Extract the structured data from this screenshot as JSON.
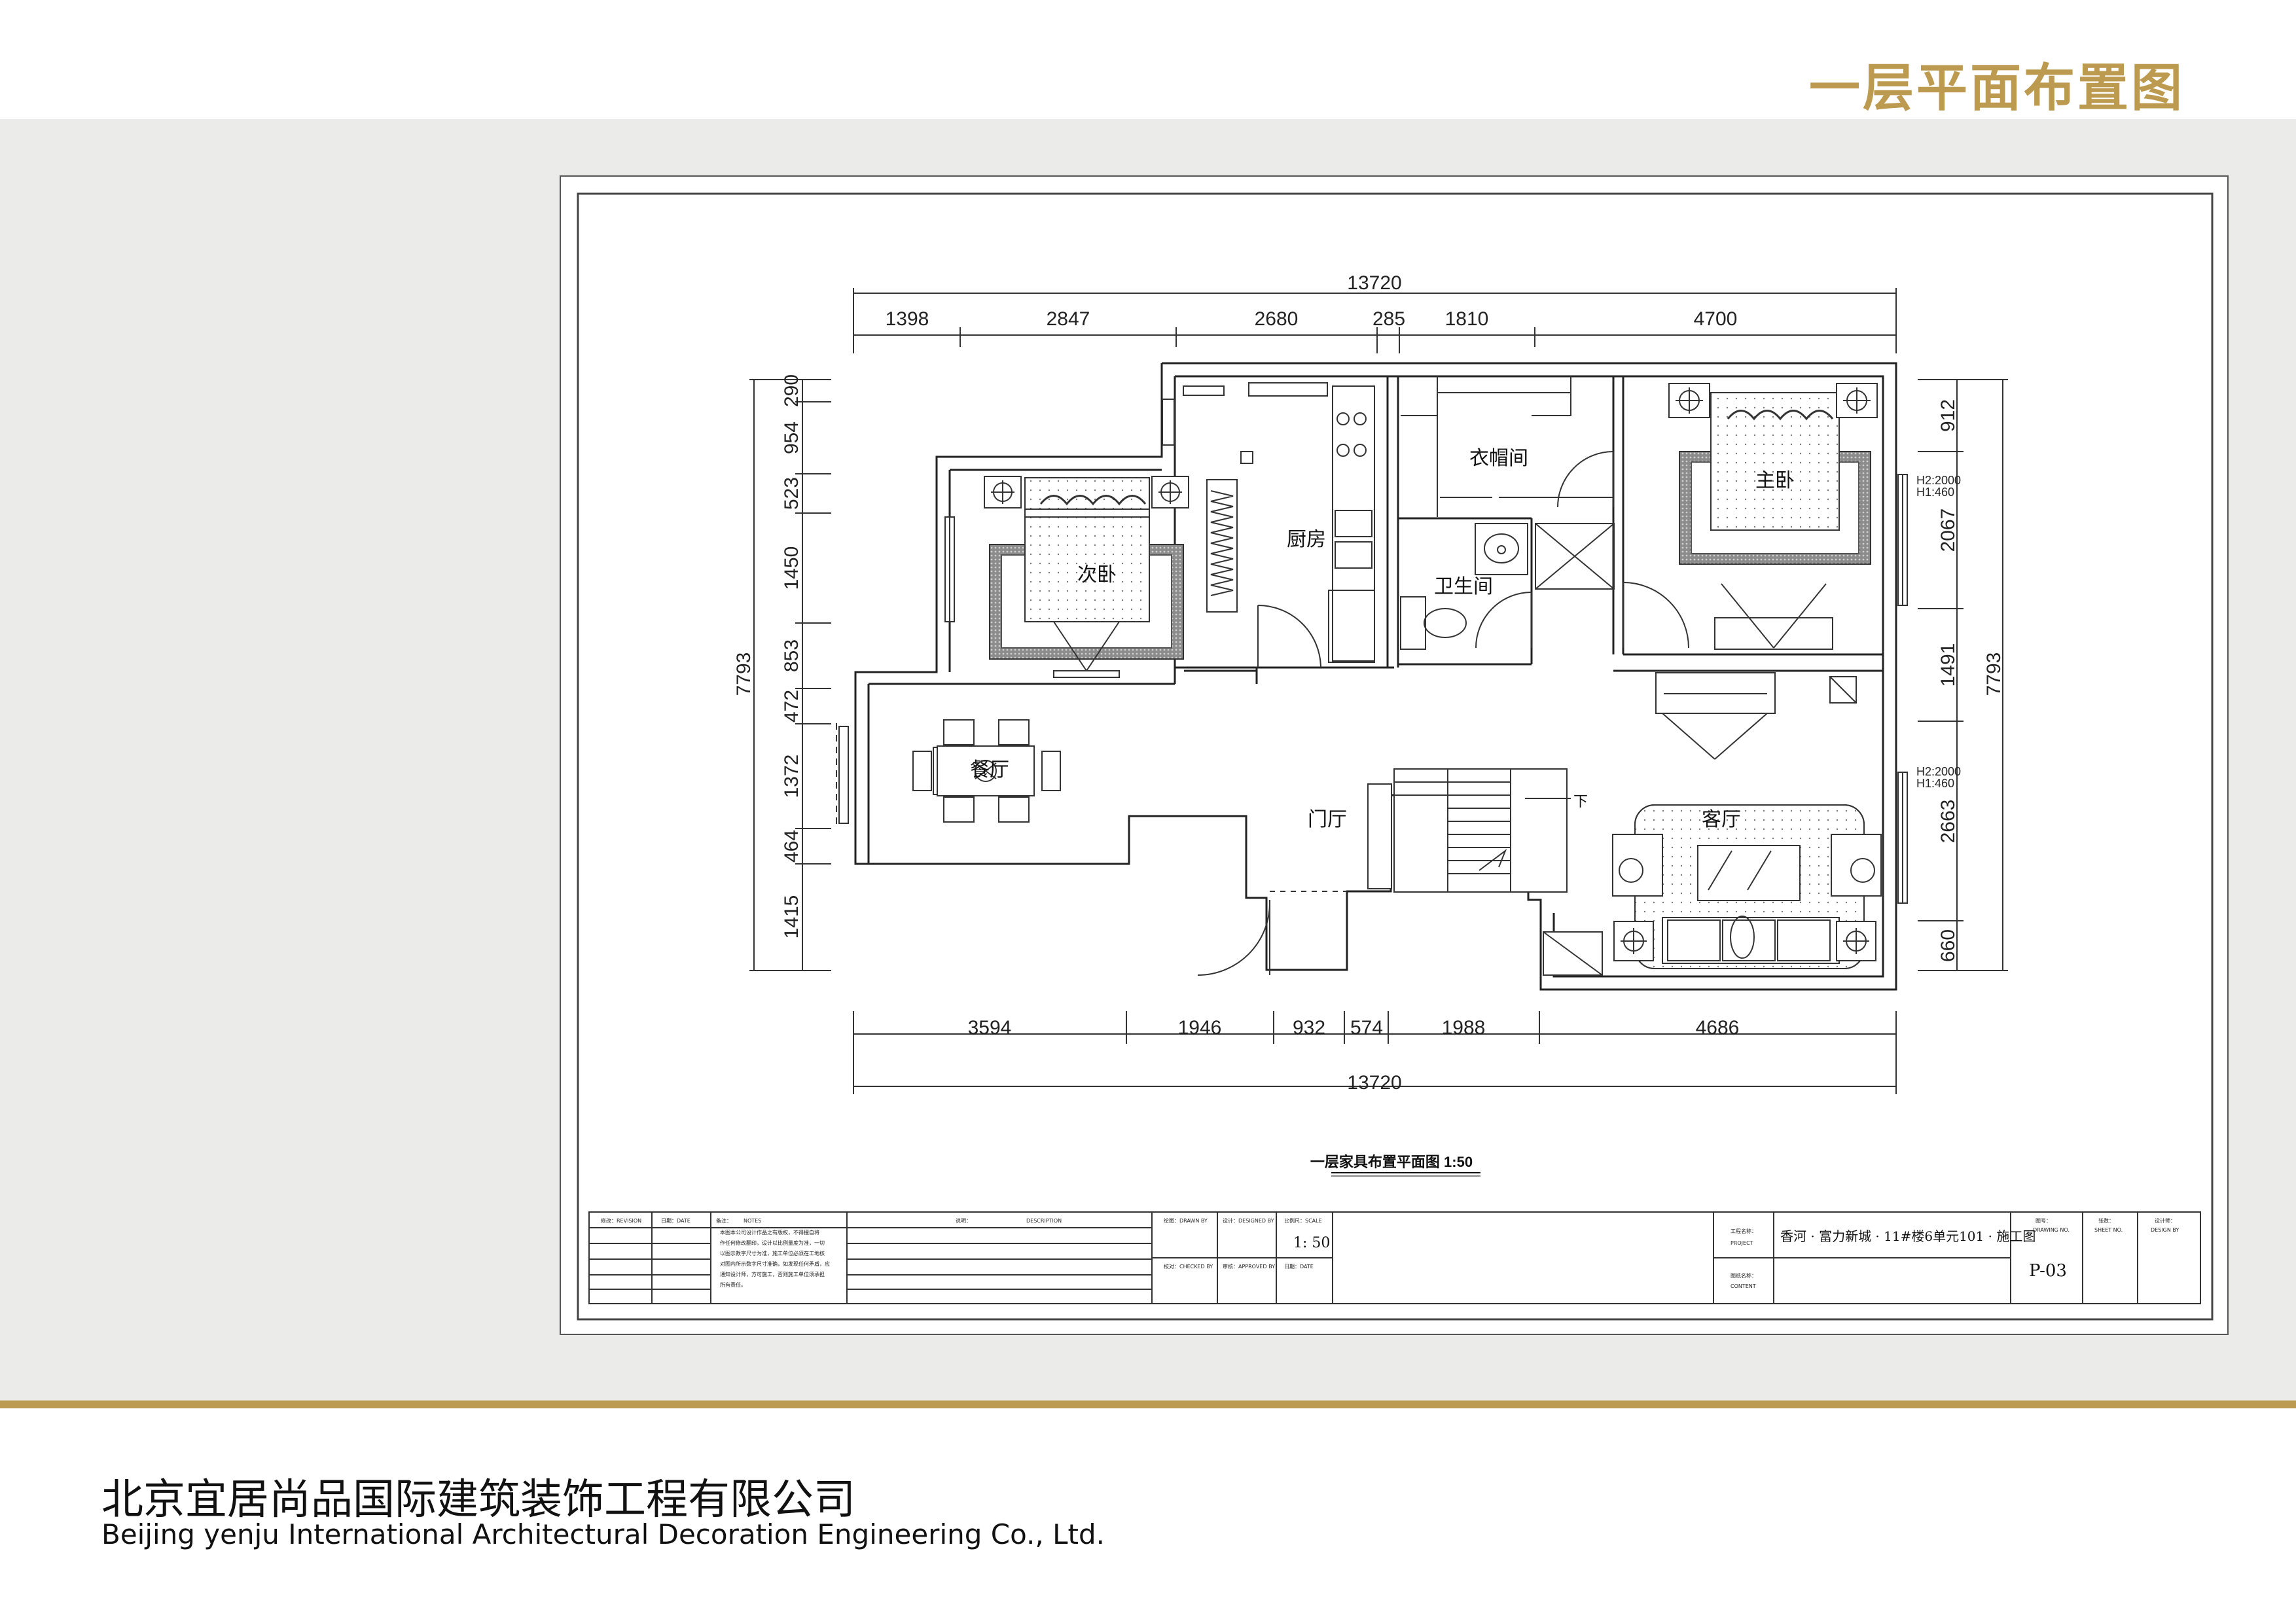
{
  "page": {
    "title": "一层平面布置图",
    "company_cn": "北京宜居尚品国际建筑装饰工程有限公司",
    "company_en": "Beijing yenju International Architectural Decoration Engineering Co., Ltd."
  },
  "colors": {
    "gold": "#bc9a4f",
    "band": "#ebebea",
    "line": "#222222",
    "floor": "#9a9a9a"
  },
  "plan": {
    "caption": "一层家具布置平面图 1:50",
    "rooms": [
      "次卧",
      "厨房",
      "衣帽间",
      "卫生间",
      "主卧",
      "餐厅",
      "门厅",
      "客厅"
    ],
    "stair_mark": "下",
    "height_notes": [
      "H2:2000",
      "H1:460"
    ],
    "top_total": "13720",
    "top_dims": [
      "1398",
      "2847",
      "2680",
      "285",
      "1810",
      "4700"
    ],
    "bottom_total": "13720",
    "bottom_dims": [
      "3594",
      "1946",
      "932",
      "574",
      "1988",
      "4686"
    ],
    "left_total": "7793",
    "left_dims": [
      "290",
      "954",
      "523",
      "1450",
      "853",
      "472",
      "1372",
      "464",
      "1415"
    ],
    "right_total": "7793",
    "right_dims": [
      "912",
      "2067",
      "1491",
      "2663",
      "660"
    ]
  },
  "title_block": {
    "revision": "修改：REVISION",
    "date": "日期：DATE",
    "notes_label": "备注：",
    "notes_en": "NOTES",
    "notes_text": [
      "本图本公司设计作品之有版权，不得擅自将",
      "作任何修改翻印，设计以比例量度为准，一切",
      "以图示数字尺寸为准，施工单位必须在工地核",
      "对图内所示数字尺寸准确，如发现任何矛盾，应",
      "通知设计师，方可施工，否则施工单位须承担",
      "所有责任。"
    ],
    "description_label": "说明：",
    "description_en": "DESCRIPTION",
    "drawn_by": "绘图：DRAWN BY",
    "designed_by": "设计：DESIGNED BY",
    "scale_label": "比例尺：SCALE",
    "scale_value": "1: 50",
    "checked_by": "校对：CHECKED BY",
    "approved_by": "审核：APPROVED BY",
    "date2": "日期：DATE",
    "project_label": "工程名称：",
    "project_en": "PROJECT",
    "project_name": "香河 · 富力新城 · 11#楼6单元101 · 施工图",
    "content_label": "图纸名称：",
    "content_en": "CONTENT",
    "drawing_no_label": "图号：",
    "drawing_no_en": "DRAWING NO.",
    "drawing_no": "P-03",
    "sheet_no_label": "张数：",
    "sheet_no_en": "SHEET NO.",
    "designer_label": "设计师：",
    "designer_en": "DESIGN BY"
  }
}
